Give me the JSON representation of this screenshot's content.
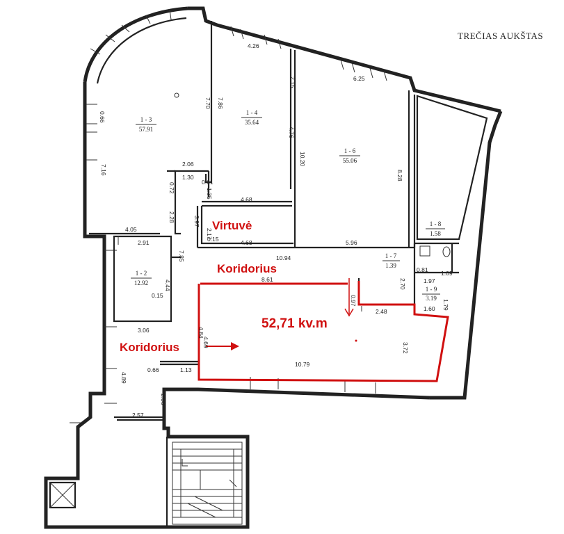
{
  "title": "TREČIAS AUKŠTAS",
  "rooms": [
    {
      "id": "1 - 3",
      "area": "57.91"
    },
    {
      "id": "1 - 4",
      "area": "35.64"
    },
    {
      "id": "1 - 6",
      "area": "55.06"
    },
    {
      "id": "1 - 8",
      "area": "1.58"
    },
    {
      "id": "1 - 7",
      "area": "1.39"
    },
    {
      "id": "1 - 9",
      "area": "3.19"
    },
    {
      "id": "1 - 2",
      "area": "12.92"
    }
  ],
  "labels": {
    "kitchen": "Virtuvė",
    "corridor_top": "Koridorius",
    "corridor_left": "Koridorius",
    "area": "52,71 kv.m"
  },
  "dimensions": [
    "4.26",
    "2.15",
    "6.25",
    "0.66",
    "7.70",
    "7.86",
    "4.76",
    "10.20",
    "8.28",
    "7.16",
    "2.06",
    "0.72",
    "1.30",
    "0.61",
    "1.35",
    "2.28",
    "3.97",
    "4.68",
    "4.05",
    "2.17",
    "0.15",
    "4.68",
    "5.96",
    "2.91",
    "7.85",
    "10.94",
    "4.44",
    "0.15",
    "8.61",
    "0.97",
    "0.81",
    "1.09",
    "1.97",
    "2.70",
    "1.79",
    "1.60",
    "2.48",
    "3.06",
    "4.84",
    "4.69",
    "3.72",
    "0.66",
    "1.13",
    "10.79",
    "4.89",
    "2.53",
    "2.57"
  ]
}
